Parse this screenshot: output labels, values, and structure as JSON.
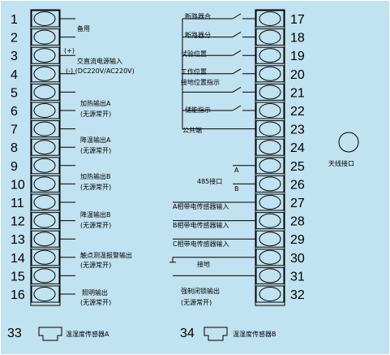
{
  "left_terminals": [
    {
      "num": "1",
      "lines": []
    },
    {
      "num": "2",
      "lines": [
        "备用"
      ]
    },
    {
      "num": "3",
      "lines": [
        "(+)",
        "交直流电源输入"
      ]
    },
    {
      "num": "4",
      "lines": [
        "(-) (DC220V/AC220V)"
      ]
    },
    {
      "num": "5",
      "lines": [
        "加热输出A",
        "(无源常开)"
      ]
    },
    {
      "num": "6",
      "lines": []
    },
    {
      "num": "7",
      "lines": [
        "降温输出A",
        "(无源常开)"
      ]
    },
    {
      "num": "8",
      "lines": []
    },
    {
      "num": "9",
      "lines": [
        "加热输出B",
        "(无源常开)"
      ]
    },
    {
      "num": "10",
      "lines": []
    },
    {
      "num": "11",
      "lines": [
        "降温输出B",
        "(无源常开)"
      ]
    },
    {
      "num": "12",
      "lines": []
    },
    {
      "num": "13",
      "lines": [
        "触点测温报警输出",
        "(无源常开)"
      ]
    },
    {
      "num": "14",
      "lines": []
    },
    {
      "num": "15",
      "lines": [
        "照明输出",
        "(无源常开)"
      ]
    },
    {
      "num": "16",
      "lines": []
    }
  ],
  "right_terminals": [
    {
      "num": "17",
      "label": "断路器合"
    },
    {
      "num": "18",
      "label": "断路器分"
    },
    {
      "num": "19",
      "label": "试验位置"
    },
    {
      "num": "20",
      "label": "工作位置"
    },
    {
      "num": "21",
      "label": "接地位置指示"
    },
    {
      "num": "22",
      "label": "储能指示"
    },
    {
      "num": "23",
      "label": "公共端"
    },
    {
      "num": "24",
      "label": ""
    },
    {
      "num": "25",
      "label": "A"
    },
    {
      "num": "26",
      "label": "B"
    },
    {
      "num": "27",
      "label": "A相带电传感器输入"
    },
    {
      "num": "28",
      "label": "B相带电传感器输入"
    },
    {
      "num": "29",
      "label": "C相带电传感器输入"
    },
    {
      "num": "30",
      "label": "接地"
    },
    {
      "num": "31",
      "label": "强制闭锁输出"
    },
    {
      "num": "32",
      "label": "(无源常开)"
    }
  ],
  "rs485_label": "485接口",
  "antenna_label": "天线接口",
  "bottom_connectors": [
    {
      "num": "33",
      "label": "温湿度传感器A"
    },
    {
      "num": "34",
      "label": "温湿度传感器B"
    }
  ],
  "colors": {
    "panel": "#c0e2f1",
    "line": "#000000"
  }
}
